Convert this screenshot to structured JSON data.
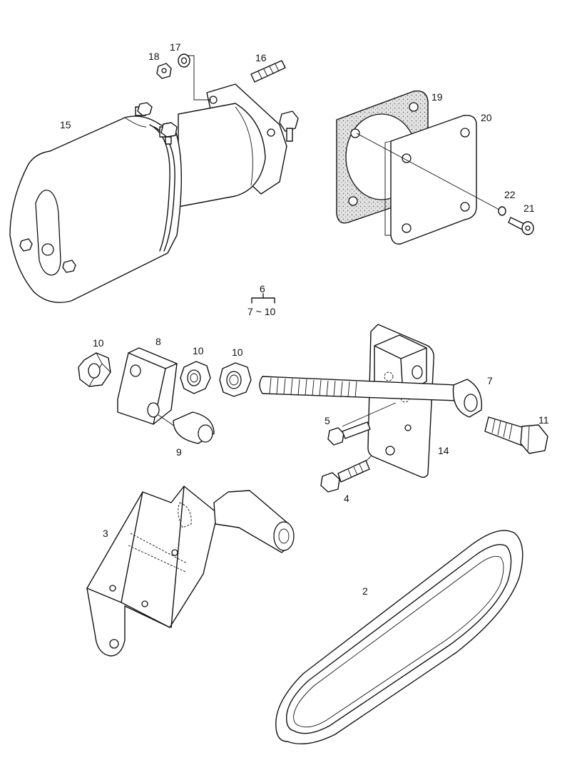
{
  "callouts": {
    "c2": "2",
    "c3": "3",
    "c4": "4",
    "c5": "5",
    "c6": "6",
    "c7": "7",
    "c7_10": "7 ~ 10",
    "c8": "8",
    "c9": "9",
    "c10a": "10",
    "c10b": "10",
    "c10c": "10",
    "c11": "11",
    "c14": "14",
    "c15": "15",
    "c16": "16",
    "c17": "17",
    "c18": "18",
    "c19": "19",
    "c20": "20",
    "c21": "21",
    "c22": "22"
  },
  "colors": {
    "line": "#111111",
    "shade": "#e9e9e9",
    "gasket": "#d6d6d6",
    "background": "#ffffff"
  }
}
